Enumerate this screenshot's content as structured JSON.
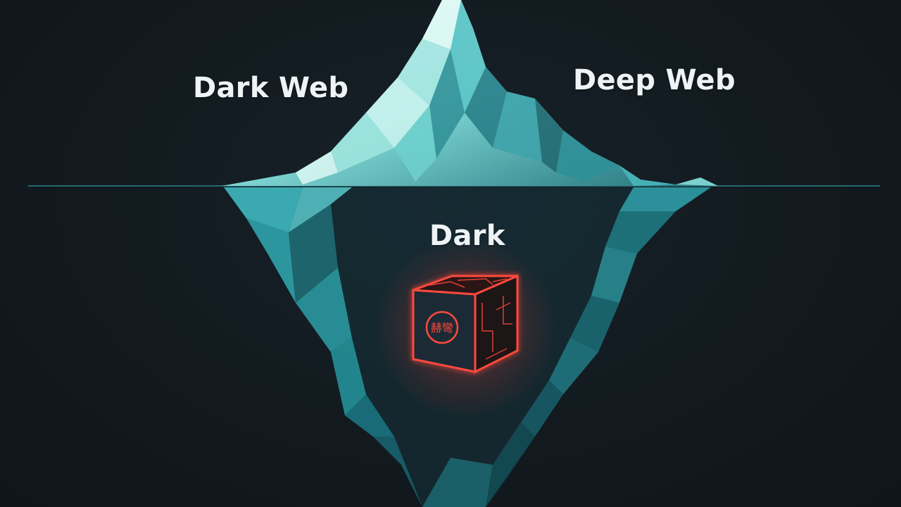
{
  "labels": {
    "top_left": "Dark Web",
    "top_right": "Deep Web",
    "underwater": "Dark"
  },
  "cube_glyph": "赫彎",
  "colors": {
    "background": "#121a1f",
    "ice_light": "#bfeee8",
    "ice_mid": "#4fc3c9",
    "ice_dark": "#1d6a72",
    "cube_glow": "#ff3b30",
    "label_text": "#eef3f5"
  }
}
